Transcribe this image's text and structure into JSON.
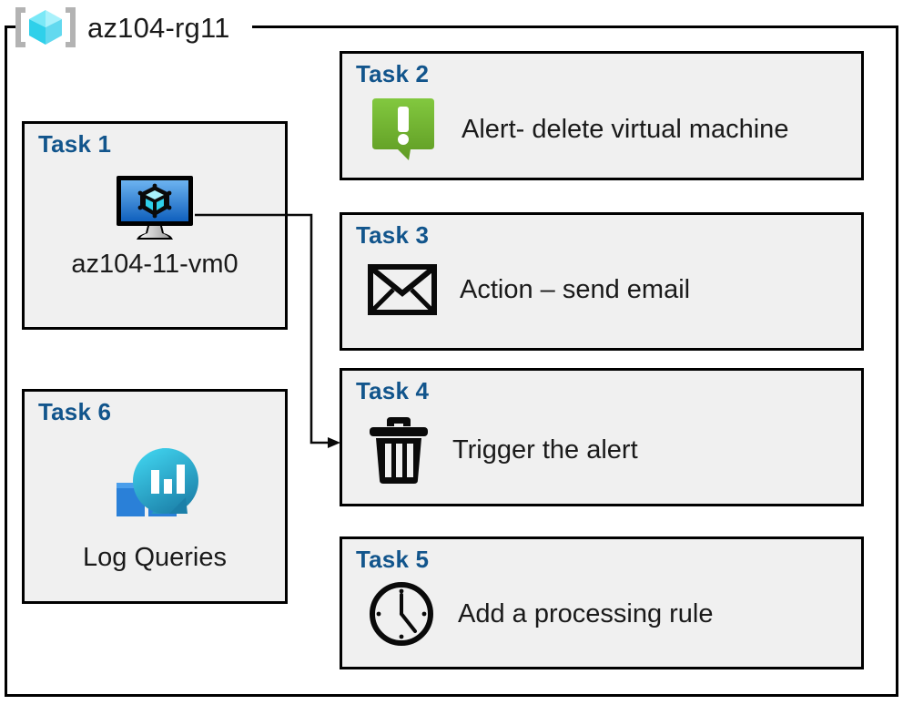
{
  "resource_group": {
    "name": "az104-rg11",
    "icon": "azure-resource-group-icon"
  },
  "tasks": [
    {
      "id": "task1",
      "heading": "Task 1",
      "label": "az104-11-vm0",
      "icon": "virtual-machine-icon",
      "layout": "vertical"
    },
    {
      "id": "task2",
      "heading": "Task 2",
      "label": "Alert- delete virtual machine",
      "icon": "alert-bubble-icon",
      "layout": "horizontal"
    },
    {
      "id": "task3",
      "heading": "Task 3",
      "label": "Action – send email",
      "icon": "envelope-icon",
      "layout": "horizontal"
    },
    {
      "id": "task4",
      "heading": "Task 4",
      "label": "Trigger the alert",
      "icon": "trash-can-icon",
      "layout": "horizontal"
    },
    {
      "id": "task5",
      "heading": "Task 5",
      "label": "Add a processing rule",
      "icon": "clock-icon",
      "layout": "horizontal"
    },
    {
      "id": "task6",
      "heading": "Task 6",
      "label": "Log Queries",
      "icon": "log-analytics-icon",
      "layout": "vertical"
    }
  ],
  "connector": {
    "name": "vm-to-trigger-connector",
    "from": "task1-virtual-machine-icon",
    "to": "task4-box",
    "arrow": "arrowhead-right"
  },
  "colors": {
    "heading_blue": "#12558c",
    "box_fill": "#f0f0f0",
    "box_border": "#000000",
    "text": "#1a1a1a",
    "alert_green_light": "#7cc241",
    "alert_green_dark": "#629b25",
    "vm_blue_light": "#5ea8ec",
    "vm_blue_dark": "#1565c0",
    "tile_blue_light": "#4a9eeb",
    "tile_blue_dark": "#2a80d8",
    "cyan_light": "#35cdea",
    "teal_dark": "#1b7fa8",
    "rg_icon_cyan": "#6fe4f5",
    "rg_bracket_gray": "#b3b3b3"
  }
}
